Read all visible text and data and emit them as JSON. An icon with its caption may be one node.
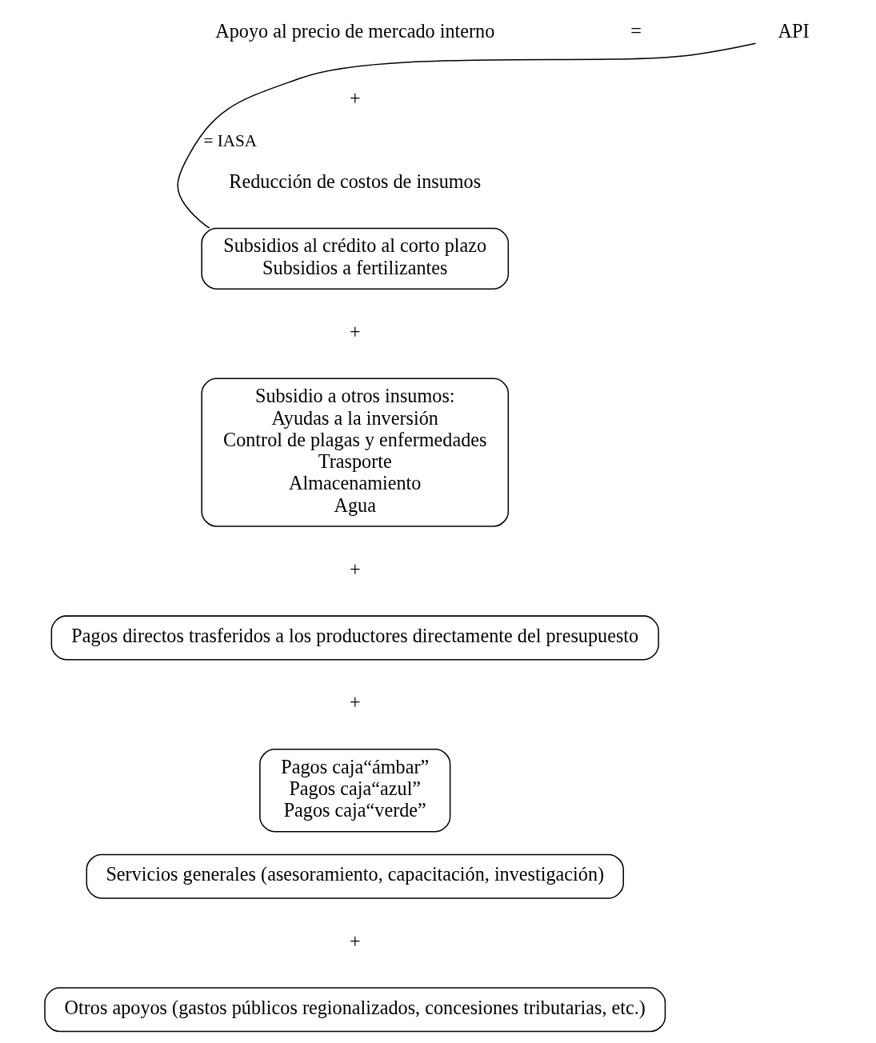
{
  "diagram": {
    "nodes": [
      {
        "text": [
          "API"
        ]
      },
      {
        "text": [
          "Subsidios al crédito al corto plazo",
          "Subsidios a fertilizantes"
        ]
      },
      {
        "text": [
          "Subsidio a otros insumos:",
          "Ayudas a la inversión",
          "Control de plagas y enfermedades",
          "Trasporte",
          "Almacenamiento",
          "Agua"
        ]
      },
      {
        "text": [
          "Pagos directos trasferidos a los productores directamente del presupuesto"
        ]
      },
      {
        "text": [
          "Pagos caja“ámbar”",
          "Pagos caja“azul”",
          "Pagos caja“verde”"
        ]
      },
      {
        "text": [
          "Servicios generales (asesoramiento, capacitación, investigación)"
        ]
      },
      {
        "text": [
          "Otros apoyos (gastos públicos regionalizados, concesiones tributarias, etc.)"
        ]
      }
    ],
    "edges": [
      {
        "from": 0,
        "to": 1,
        "arrow": "none",
        "label": "= IASA"
      }
    ],
    "labels": [
      "Apoyo al precio de mercado interno",
      "=",
      "+",
      "Reducción de costos de insumos",
      "+",
      "+",
      "+",
      "+"
    ]
  }
}
